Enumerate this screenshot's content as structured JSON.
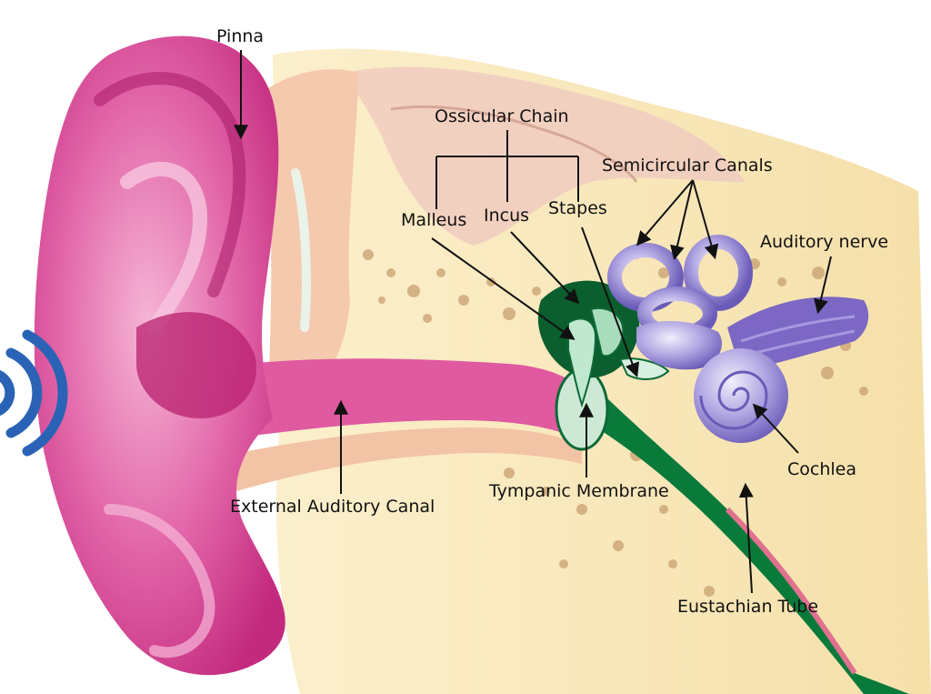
{
  "labels": {
    "pinna": "Pinna",
    "ossicular_chain": "Ossicular Chain",
    "malleus": "Malleus",
    "incus": "Incus",
    "stapes": "Stapes",
    "semicircular_canals": "Semicircular Canals",
    "auditory_nerve": "Auditory nerve",
    "cochlea": "Cochlea",
    "tympanic_membrane": "Tympanic Membrane",
    "external_auditory_canal": "External Auditory Canal",
    "eustachian_tube": "Eustachian Tube"
  },
  "colors": {
    "outer_ear": "#d33c8f",
    "outer_ear_light": "#f2a9cf",
    "bone": "#f6e2a8",
    "skin": "#f3c3a6",
    "ossicle_green": "#0d7a3c",
    "inner_ear_purple": "#8877cc",
    "sound_wave": "#2a63b5",
    "label_line": "#111111"
  }
}
